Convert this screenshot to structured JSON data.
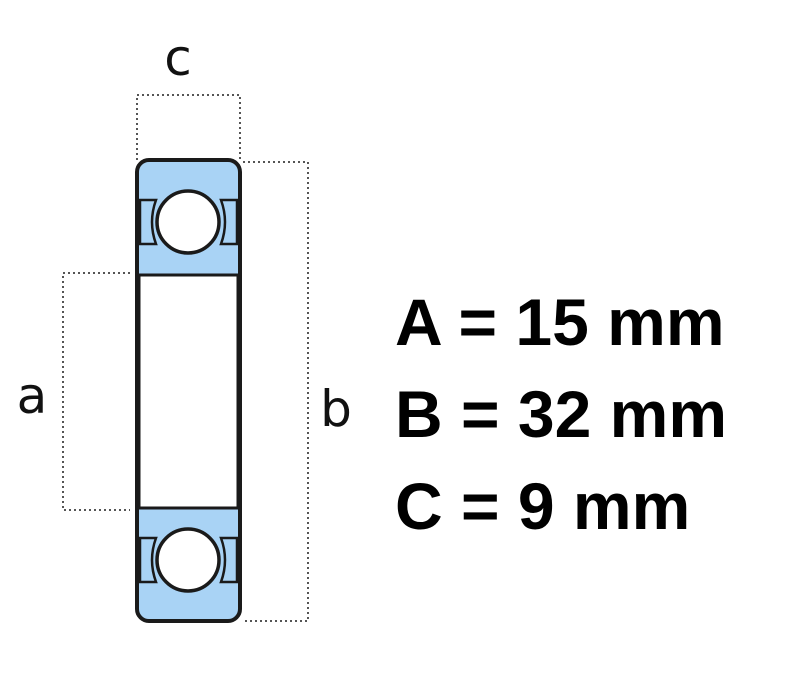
{
  "labels": {
    "c": "c",
    "a": "a",
    "b": "b"
  },
  "specs": [
    "A = 15 mm",
    "B = 32 mm",
    "C = 9 mm"
  ],
  "colors": {
    "ring_fill": "#a9d3f5",
    "outline": "#1a1a1a",
    "ball_fill": "#ffffff",
    "bore_fill": "#ffffff",
    "dimension_line": "#555555",
    "text": "#000000"
  }
}
